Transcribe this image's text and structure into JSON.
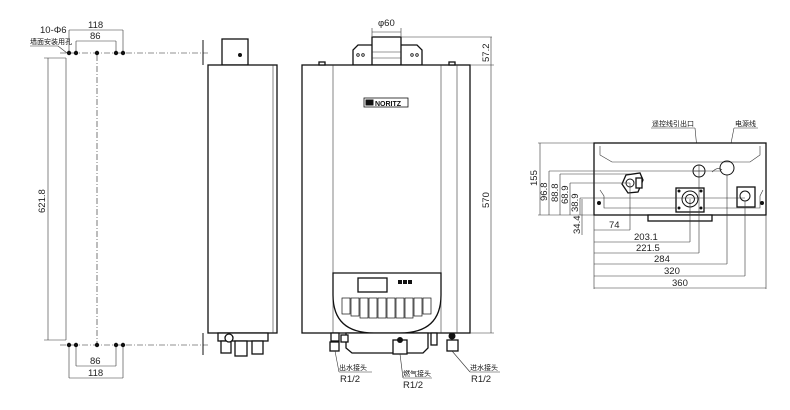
{
  "left_view": {
    "hole_spec": "10-Φ6",
    "hole_note": "墙面安装用孔",
    "dim_outer": "118",
    "dim_inner": "86",
    "dim_bottom_inner": "86",
    "dim_bottom_outer": "118",
    "dim_height": "621.8"
  },
  "front_view": {
    "flue_dia": "φ60",
    "dim_top": "57.2",
    "dim_height": "570",
    "brand": "NORITZ",
    "outlet_label": "出水接头",
    "outlet_size": "R1/2",
    "gas_label": "燃气接头",
    "gas_size": "R1/2",
    "inlet_label": "进水接头",
    "inlet_size": "R1/2"
  },
  "bottom_view": {
    "remote_label": "遥控线引出口",
    "power_label": "电源线",
    "v_dims": [
      "155",
      "96.8",
      "88.8",
      "68.9",
      "38.9",
      "34.4"
    ],
    "h_dims": [
      "74",
      "203.1",
      "221.5",
      "284",
      "320",
      "360"
    ]
  }
}
